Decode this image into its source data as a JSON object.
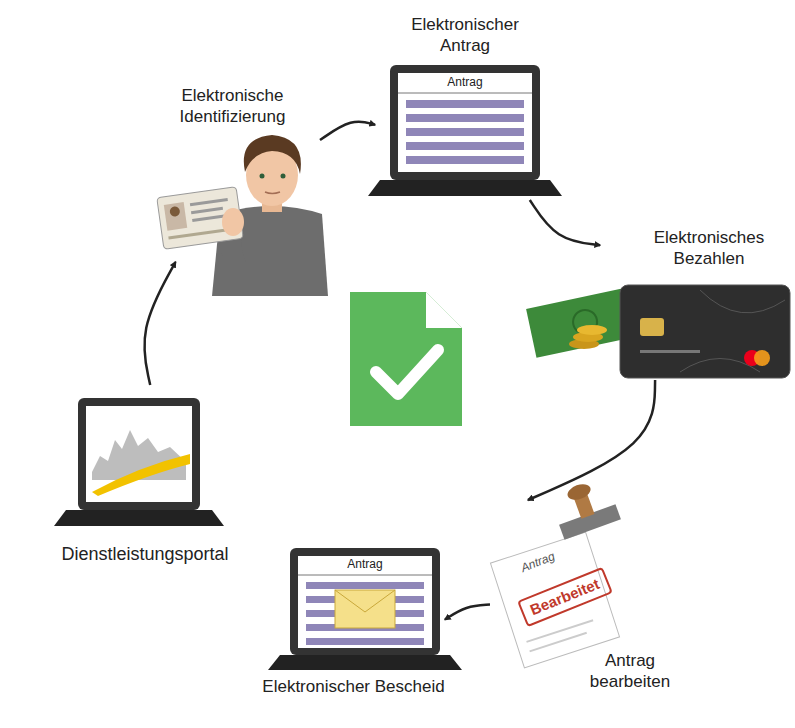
{
  "diagram": {
    "nodes": [
      {
        "text": [
          "Dienstleistungsportal"
        ]
      },
      {
        "text": [
          "Elektronische Identifizierung"
        ]
      },
      {
        "text": [
          "Elektronischer Antrag",
          "Antrag"
        ]
      },
      {
        "text": [
          "Elektronisches Bezahlen"
        ]
      },
      {
        "text": [
          "Antrag",
          "Bearbeitet",
          "Antrag bearbeiten"
        ]
      },
      {
        "text": [
          "Antrag",
          "Elektronischer Bescheid"
        ]
      }
    ],
    "edges": [
      {
        "from": 0,
        "to": 1,
        "arrow": "to"
      },
      {
        "from": 1,
        "to": 2,
        "arrow": "to"
      },
      {
        "from": 2,
        "to": 3,
        "arrow": "to"
      },
      {
        "from": 3,
        "to": 4,
        "arrow": "to"
      },
      {
        "from": 4,
        "to": 5,
        "arrow": "to"
      }
    ]
  }
}
